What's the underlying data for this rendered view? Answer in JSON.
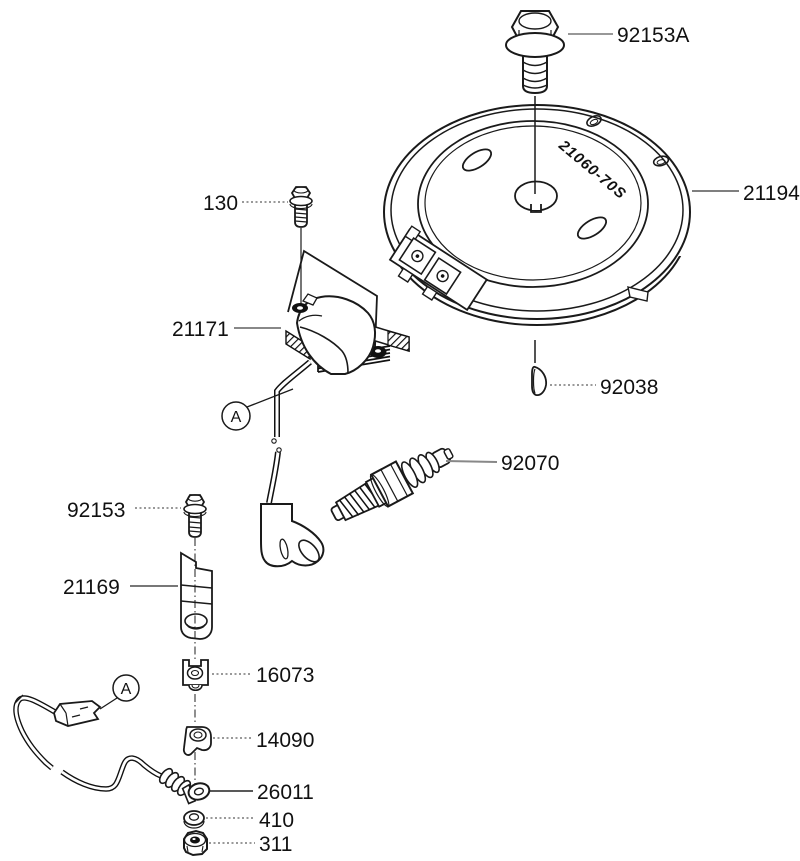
{
  "figure": {
    "line_color": "#1a1a1a",
    "background": "#ffffff",
    "flywheel_marking": "21060-70S",
    "callout_letter": "A",
    "labels": [
      {
        "text": "92153A"
      },
      {
        "text": "21194"
      },
      {
        "text": "130"
      },
      {
        "text": "21171"
      },
      {
        "text": "92038"
      },
      {
        "text": "92070"
      },
      {
        "text": "92153"
      },
      {
        "text": "21169"
      },
      {
        "text": "16073"
      },
      {
        "text": "14090"
      },
      {
        "text": "26011"
      },
      {
        "text": "410"
      },
      {
        "text": "311"
      }
    ]
  }
}
